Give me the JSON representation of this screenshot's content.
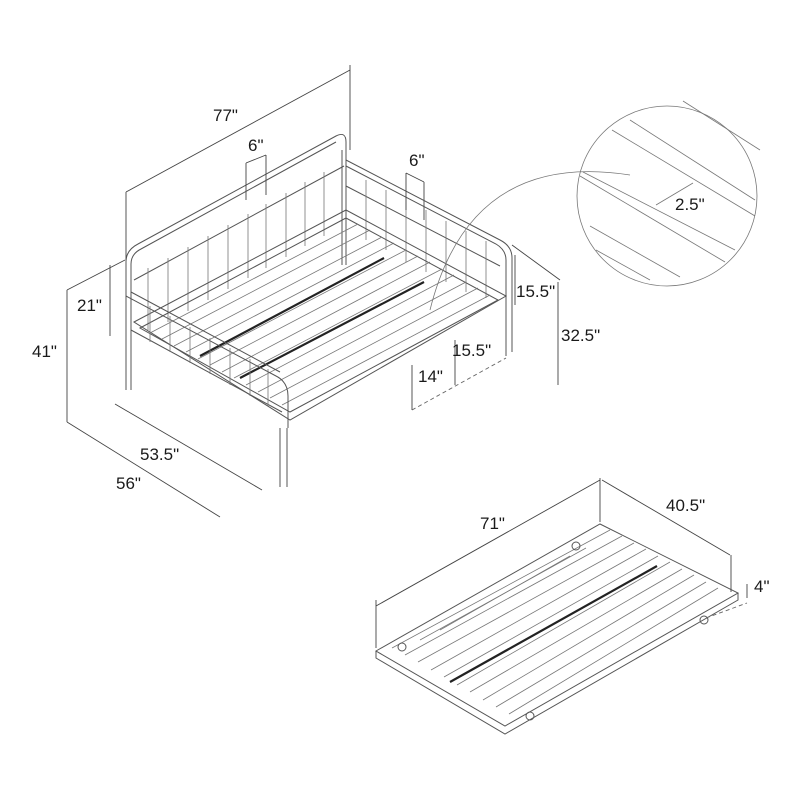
{
  "diagram": {
    "daybed": {
      "length": "77\"",
      "spindle_spacing_left": "6\"",
      "spindle_spacing_right": "6\"",
      "arm_height": "21\"",
      "total_height": "41\"",
      "inner_width": "53.5\"",
      "outer_width": "56\"",
      "side_rail_height": "15.5\"",
      "deck_height": "32.5\"",
      "clearance_under_rail": "15.5\"",
      "floor_clearance": "14\""
    },
    "detail": {
      "slat_gap": "2.5\""
    },
    "trundle": {
      "length": "71\"",
      "width": "40.5\"",
      "height": "4\""
    },
    "colors": {
      "line": "#555555",
      "text": "#1a1a1a",
      "background": "#ffffff"
    }
  }
}
